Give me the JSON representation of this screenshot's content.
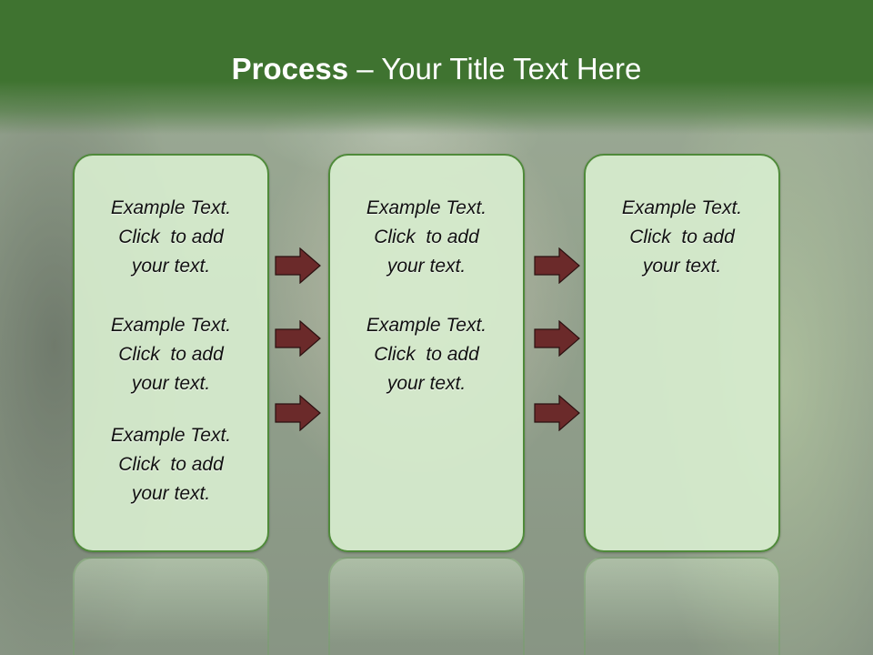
{
  "title": {
    "strong": "Process",
    "rest": " – Your Title Text Here"
  },
  "columns": [
    {
      "items": [
        {
          "l1": "Example Text.",
          "l2": "Click  to add",
          "l3": "your text."
        },
        {
          "l1": "Example Text.",
          "l2": "Click  to add",
          "l3": "your text."
        },
        {
          "l1": "Example Text.",
          "l2": "Click  to add",
          "l3": "your text."
        }
      ]
    },
    {
      "items": [
        {
          "l1": "Example Text.",
          "l2": "Click  to add",
          "l3": "your text."
        },
        {
          "l1": "Example Text.",
          "l2": "Click  to add",
          "l3": "your text."
        }
      ]
    },
    {
      "items": [
        {
          "l1": "Example Text.",
          "l2": "Click  to add",
          "l3": "your text."
        }
      ]
    }
  ],
  "colors": {
    "header": "#3f7330",
    "box_border": "#4f8a3a",
    "box_fill": "#d6ecce",
    "arrow_fill": "#6b2a2a"
  },
  "icons": {
    "arrow": "right-arrow-icon"
  }
}
